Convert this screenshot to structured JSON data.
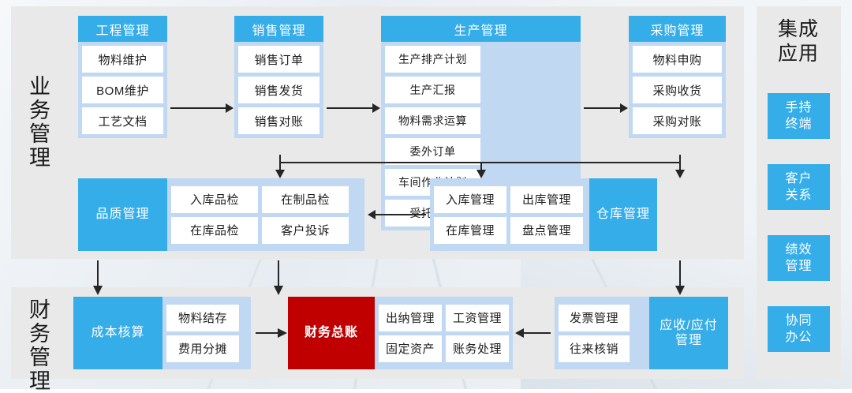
{
  "diagram": {
    "panels": {
      "business": {
        "title": "业务\n管理",
        "title_lines": [
          "业",
          "务",
          "管",
          "理"
        ]
      },
      "finance": {
        "title_lines": [
          "财",
          "务",
          "管",
          "理"
        ]
      },
      "integrated": {
        "title": "集成\n应用"
      }
    },
    "sections": {
      "business_label": "业务管理",
      "finance_label": "财务管理",
      "integrated_label": "集成应用"
    },
    "top_modules": [
      {
        "header": "工程管理",
        "cells": [
          "物料维护",
          "BOM维护",
          "工艺文档"
        ]
      },
      {
        "header": "销售管理",
        "cells": [
          "销售订单",
          "销售发货",
          "销售对账"
        ]
      },
      {
        "header": "生产管理",
        "cells": [
          "生产排产计划",
          "生产汇报",
          "物料需求运算",
          "委外订单",
          "车间作业计划",
          "受托订单"
        ]
      },
      {
        "header": "采购管理",
        "cells": [
          "物料申购",
          "采购收货",
          "采购对账"
        ]
      }
    ],
    "mid_modules": [
      {
        "label": "品质管理",
        "cells": [
          "入库品检",
          "在制品检",
          "在库品检",
          "客户投诉"
        ]
      },
      {
        "label": "仓库管理",
        "cells": [
          "入库管理",
          "出库管理",
          "在库管理",
          "盘点管理"
        ]
      }
    ],
    "finance_modules": [
      {
        "label": "成本核算",
        "cells": [
          "物料结存",
          "费用分摊"
        ]
      },
      {
        "label": "财务总账",
        "cells": [
          "出纳管理",
          "工资管理",
          "固定资产",
          "账务处理"
        ],
        "accent": "#C00000"
      },
      {
        "label": "应收/应付\n管理",
        "cells": [
          "发票管理",
          "往来核销"
        ]
      }
    ],
    "integrated_apps": [
      "手持\n终端",
      "客户\n关系",
      "绩效\n管理",
      "协同\n办公"
    ],
    "colors": {
      "accent_blue": "#35ADE9",
      "light_blue": "#C0D8F2",
      "panel_gray": "#E9E9E9",
      "cell_white": "#FFFFFF",
      "accent_red": "#C00000",
      "arrow": "#262626"
    }
  }
}
